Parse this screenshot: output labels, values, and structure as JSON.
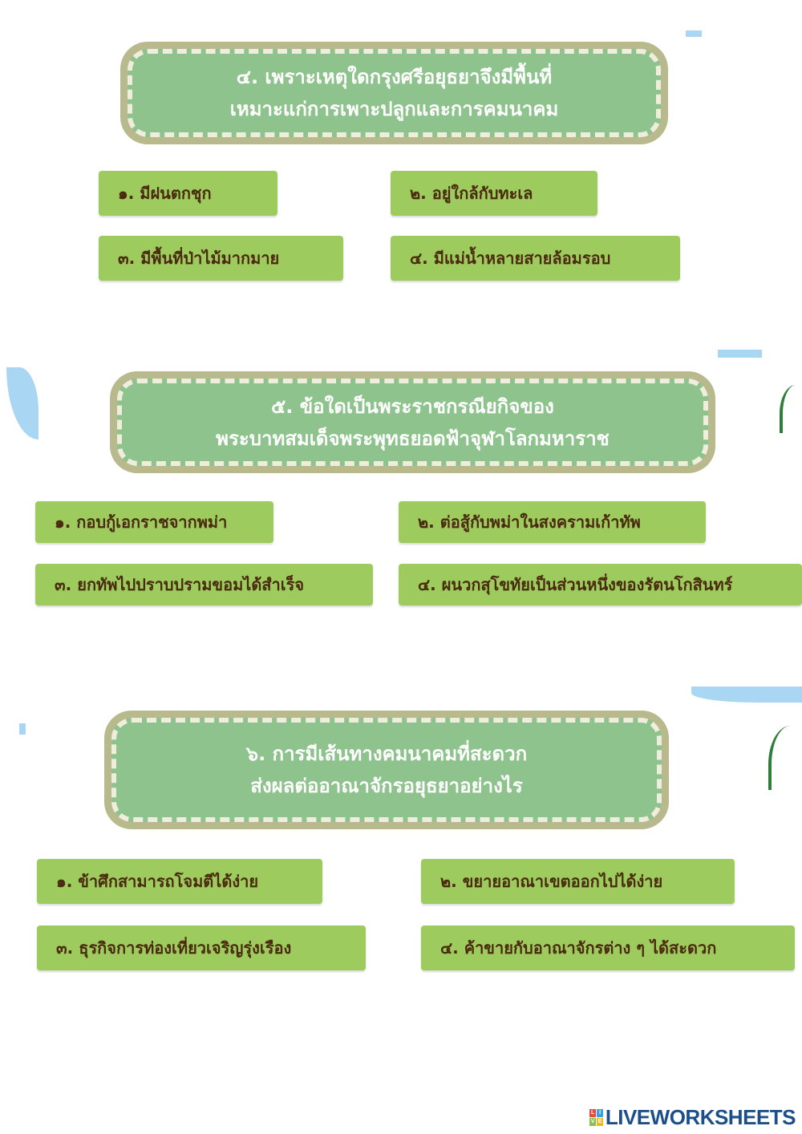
{
  "questions": [
    {
      "lines": [
        "๔. เพราะเหตุใดกรุงศรีอยุธยาจึงมีพื้นที่",
        "เหมาะแก่การเพาะปลูกและการคมนาคม"
      ],
      "options": [
        "๑. มีฝนตกชุก",
        "๒. อยู่ใกล้กับทะเล",
        "๓. มีพื้นที่ป่าไม้มากมาย",
        "๔. มีแม่น้ำหลายสายล้อมรอบ"
      ]
    },
    {
      "lines": [
        "๕. ข้อใดเป็นพระราชกรณียกิจของ",
        "พระบาทสมเด็จพระพุทธยอดฟ้าจุฬาโลกมหาราช"
      ],
      "options": [
        "๑. กอบกู้เอกราชจากพม่า",
        "๒. ต่อสู้กับพม่าในสงครามเก้าทัพ",
        "๓. ยกทัพไปปราบปรามขอมได้สำเร็จ",
        "๔. ผนวกสุโขทัยเป็นส่วนหนึ่งของรัตนโกสินทร์"
      ]
    },
    {
      "lines": [
        "๖. การมีเส้นทางคมนาคมที่สะดวก",
        "ส่งผลต่ออาณาจักรอยุธยาอย่างไร"
      ],
      "options": [
        "๑. ข้าศึกสามารถโจมตีได้ง่าย",
        "๒. ขยายอาณาเขตออกไปได้ง่าย",
        "๓. ธุรกิจการท่องเที่ยวเจริญรุ่งเรือง",
        "๔. ค้าขายกับอาณาจักรต่าง ๆ ได้สะดวก"
      ]
    }
  ],
  "brand": {
    "logo_text": "LIVEWORKSHEETS",
    "logo_mark_letters": [
      "L",
      "I",
      "V",
      "E"
    ]
  },
  "colors": {
    "question_outer": "#b8b98c",
    "question_inner": "#8fc38d",
    "option_bg": "#9dcb5e",
    "option_text": "#4a2a0e"
  }
}
